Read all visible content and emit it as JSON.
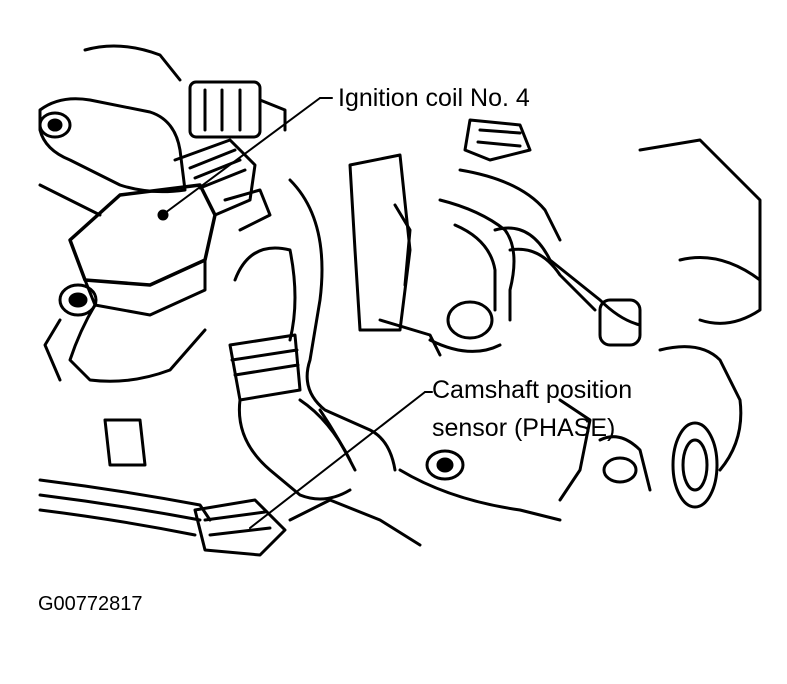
{
  "diagram": {
    "callouts": {
      "ignition_coil": "Ignition coil No. 4",
      "camshaft_sensor_line1": "Camshaft position",
      "camshaft_sensor_line2": "sensor (PHASE)"
    },
    "figure_code": "G00772817",
    "ink_color": "#000000",
    "paper_color": "#ffffff"
  }
}
